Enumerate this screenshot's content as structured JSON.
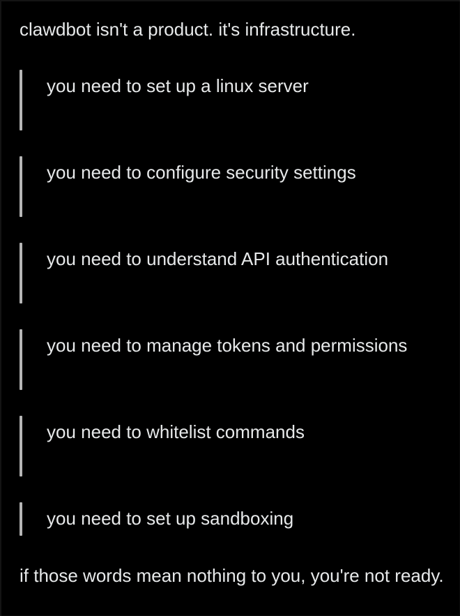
{
  "post": {
    "title": "clawdbot isn't a product. it's infrastructure.",
    "quotes": [
      "you need to set up a linux server",
      "you need to configure security settings",
      "you need to understand API authentication",
      "you need to manage tokens and permissions",
      "you need to whitelist commands",
      "you need to set up sandboxing"
    ],
    "footer": "if those words mean nothing to you, you're not ready."
  },
  "colors": {
    "background": "#000000",
    "text": "#e7e9ea",
    "quote_bar": "#b6b6b6"
  }
}
